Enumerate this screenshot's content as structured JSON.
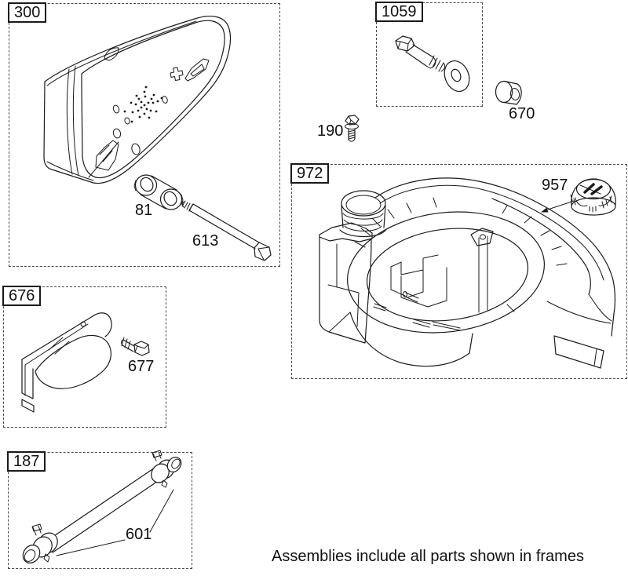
{
  "frames": {
    "f300": {
      "label": "300"
    },
    "f1059": {
      "label": "1059"
    },
    "f972": {
      "label": "972"
    },
    "f676": {
      "label": "676"
    },
    "f187": {
      "label": "187"
    }
  },
  "parts": {
    "p81": {
      "label": "81"
    },
    "p613": {
      "label": "613"
    },
    "p190": {
      "label": "190"
    },
    "p670": {
      "label": "670"
    },
    "p957": {
      "label": "957"
    },
    "p677": {
      "label": "677"
    },
    "p601": {
      "label": "601"
    }
  },
  "footer": {
    "note": "Assemblies include all parts shown in frames"
  },
  "colors": {
    "background": "#ffffff",
    "line_art": "#1a1a1a",
    "frame_border": "#4a4a4a",
    "text": "#111111"
  }
}
